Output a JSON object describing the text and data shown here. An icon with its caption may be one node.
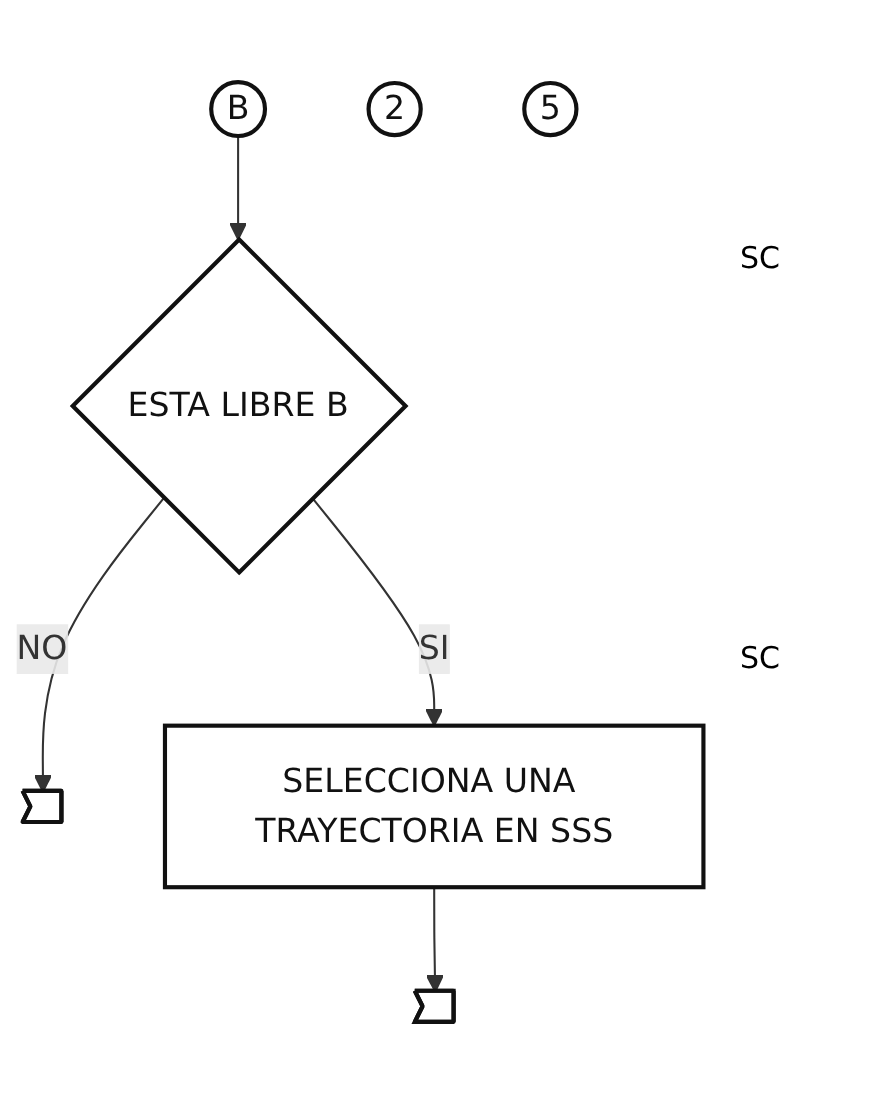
{
  "diagram": {
    "nodes": [
      {
        "text": [
          "B"
        ]
      },
      {
        "text": [
          "ESTA LIBRE B"
        ]
      },
      {
        "text": [],
        "shape": "pentagon"
      },
      {
        "text": [
          "2"
        ]
      },
      {
        "text": [
          "SELECCIONA UNA TRAYECTORIA EN SSS"
        ]
      },
      {
        "text": [],
        "shape": "pentagon"
      },
      {
        "text": [
          "5"
        ]
      }
    ],
    "edges": [
      {
        "from": 0,
        "to": 1,
        "arrow": "to"
      },
      {
        "from": 1,
        "to": 2,
        "label": "NO",
        "arrow": "to"
      },
      {
        "from": 1,
        "to": 4,
        "label": "SI",
        "arrow": "to"
      },
      {
        "from": 4,
        "to": 5,
        "arrow": "to"
      }
    ],
    "labels": [
      "SC",
      "SC"
    ]
  }
}
